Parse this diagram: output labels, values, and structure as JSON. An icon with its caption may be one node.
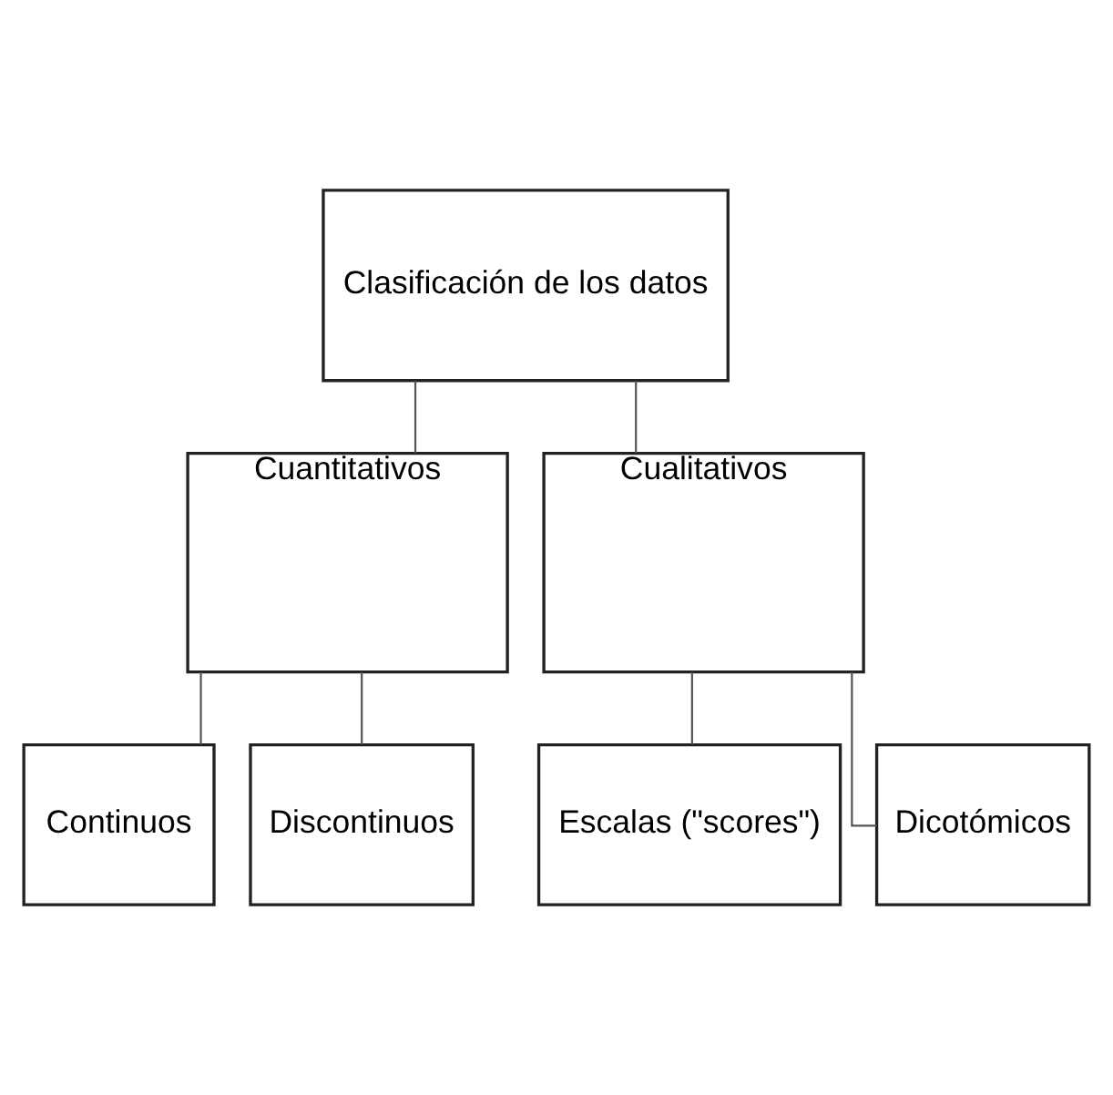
{
  "diagram": {
    "nodes": [
      {
        "text": [
          "Clasificación de los datos"
        ]
      },
      {
        "text": [
          "Cuantitativos"
        ]
      },
      {
        "text": [
          "Cualitativos"
        ]
      },
      {
        "text": [
          "Continuos"
        ]
      },
      {
        "text": [
          "Discontinuos"
        ]
      },
      {
        "text": [
          "Escalas (\"scores\")"
        ]
      },
      {
        "text": [
          "Dicotómicos"
        ]
      }
    ],
    "edges": [
      {
        "from": 0,
        "to": 1,
        "arrow": "none"
      },
      {
        "from": 0,
        "to": 2,
        "arrow": "none"
      },
      {
        "from": 1,
        "to": 3,
        "arrow": "none"
      },
      {
        "from": 1,
        "to": 4,
        "arrow": "none"
      },
      {
        "from": 2,
        "to": 5,
        "arrow": "none"
      },
      {
        "from": 2,
        "to": 6,
        "arrow": "none"
      }
    ]
  }
}
